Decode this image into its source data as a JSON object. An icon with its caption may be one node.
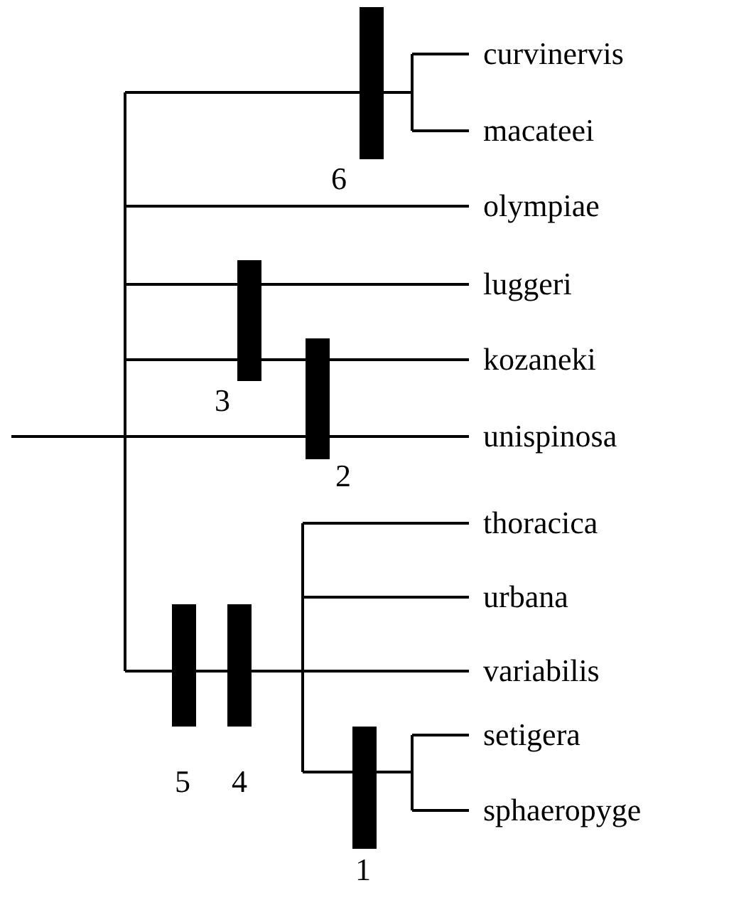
{
  "diagram": {
    "labels": [
      "curvinervis",
      "macateei",
      "6",
      "olympiae",
      "luggeri",
      "kozaneki",
      "3",
      "unispinosa",
      "2",
      "thoracica",
      "urbana",
      "variabilis",
      "setigera",
      "5",
      "4",
      "sphaeropyge",
      "1"
    ]
  }
}
